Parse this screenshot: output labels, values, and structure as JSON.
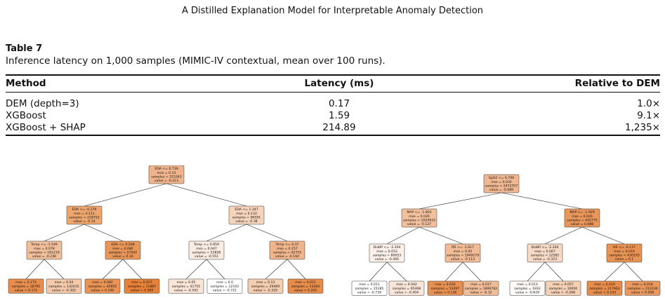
{
  "page": {
    "running_head": "A Distilled Explanation Model for Interpretable Anomaly Detection"
  },
  "table": {
    "label": "Table 7",
    "caption": "Inference latency on 1,000 samples (MIMIC-IV contextual, mean over 100 runs).",
    "headers": [
      "Method",
      "Latency (ms)",
      "Relative to DEM"
    ],
    "rows": [
      [
        "DEM (depth=3)",
        "0.17",
        "1.0×"
      ],
      [
        "XGBoost",
        "1.59",
        "9.1×"
      ],
      [
        "XGBoost + SHAP",
        "214.89",
        "1,235×"
      ]
    ]
  },
  "trees": [
    {
      "nodes": [
        {
          "lines": [
            "EDA <= 0.739",
            "mse = 0.13",
            "samples = 315343",
            "value = -0.213"
          ],
          "color": "#efb48c"
        },
        {
          "lines": [
            "EDA <= -0.279",
            "mse = 0.111",
            "samples = 218752",
            "value = -0.14"
          ],
          "color": "#eea66f"
        },
        {
          "lines": [
            "EDA <= 1.347",
            "mse = 0.133",
            "samples = 96591",
            "value = -0.38"
          ],
          "color": "#f6d4bb"
        },
        {
          "lines": [
            "Temp <= -1.549",
            "mse = 0.078",
            "samples = 161210",
            "value = -0.246"
          ],
          "color": "#f2bf9b"
        },
        {
          "lines": [
            "EDA <= 0.208",
            "mse = 0.082",
            "samples = 57542",
            "value = 0.16"
          ],
          "color": "#e99659"
        },
        {
          "lines": [
            "Temp <= 0.859",
            "mse = 0.047",
            "samples = 53858",
            "value = -0.551"
          ],
          "color": "#fbece1"
        },
        {
          "lines": [
            "Temp <= 0.37",
            "mse = 0.157",
            "samples = 42733",
            "value = -0.164"
          ],
          "color": "#f0b58b"
        },
        {
          "lines": [
            "mse = 0.173",
            "samples = 18795",
            "value = 0.172"
          ],
          "color": "#e88d4c"
        },
        {
          "lines": [
            "mse = 0.04",
            "samples = 142415",
            "value = -0.302"
          ],
          "color": "#f4c9aa"
        },
        {
          "lines": [
            "mse = 0.082",
            "samples = 45655",
            "value = 0.106"
          ],
          "color": "#e99355"
        },
        {
          "lines": [
            "mse = 0.027",
            "samples = 11887",
            "value = 0.369"
          ],
          "color": "#e58139"
        },
        {
          "lines": [
            "mse = 0.05",
            "samples = 41755",
            "value = -0.502"
          ],
          "color": "#fae5d6"
        },
        {
          "lines": [
            "mse = 0.0",
            "samples = 12103",
            "value = -0.721"
          ],
          "color": "#ffffff"
        },
        {
          "lines": [
            "mse = 0.13",
            "samples = 29469",
            "value = -0.329"
          ],
          "color": "#f5cdb0"
        },
        {
          "lines": [
            "mse = 0.021",
            "samples = 13264",
            "value = 0.203"
          ],
          "color": "#e88c4a"
        }
      ]
    },
    {
      "nodes": [
        {
          "lines": [
            "SpO2 <= 0.709",
            "mse = 0.032",
            "samples = 2472707",
            "value = -0.089"
          ],
          "color": "#f0b891"
        },
        {
          "lines": [
            "MAP <= -1.802",
            "mse = 0.026",
            "samples = 2029932",
            "value = -0.127"
          ],
          "color": "#f2c09c"
        },
        {
          "lines": [
            "MAP <= -1.929",
            "mse = 0.026",
            "samples = 442775",
            "value = 0.088"
          ],
          "color": "#e9965a"
        },
        {
          "lines": [
            "DiaBP <= -2.204",
            "mse = 0.053",
            "samples = 80653",
            "value = -0.466"
          ],
          "color": "#fcf0e8"
        },
        {
          "lines": [
            "RR <= -1.617",
            "mse = 0.02",
            "samples = 1949279",
            "value = -0.113"
          ],
          "color": "#f1bc96"
        },
        {
          "lines": [
            "DiaBP <= -2.204",
            "mse = 0.067",
            "samples = 12582",
            "value = -0.323"
          ],
          "color": "#f7dac6"
        },
        {
          "lines": [
            "HR <= -0.137",
            "mse = 0.019",
            "samples = 430193",
            "value = 0.1"
          ],
          "color": "#e89253"
        },
        {
          "lines": [
            "mse = 0.011",
            "samples = 15185",
            "value = -0.734"
          ],
          "color": "#ffffff"
        },
        {
          "lines": [
            "mse = 0.042",
            "samples = 65468",
            "value = -0.404"
          ],
          "color": "#fae6d8"
        },
        {
          "lines": [
            "mse = 0.032",
            "samples = 52497",
            "value = 0.138"
          ],
          "color": "#e89051"
        },
        {
          "lines": [
            "mse = 0.017",
            "samples = 1896782",
            "value = -0.12"
          ],
          "color": "#f1bd98"
        },
        {
          "lines": [
            "mse = 0.013",
            "samples = 1932",
            "value = -0.629"
          ],
          "color": "#fefaf7"
        },
        {
          "lines": [
            "mse = 0.057",
            "samples = 10650",
            "value = -0.268"
          ],
          "color": "#f5d0b5"
        },
        {
          "lines": [
            "mse = 0.019",
            "samples = 217963",
            "value = 0.143"
          ],
          "color": "#e78d4b"
        },
        {
          "lines": [
            "mse = 0.018",
            "samples = 212230",
            "value = 0.058"
          ],
          "color": "#ea985d"
        }
      ]
    }
  ]
}
